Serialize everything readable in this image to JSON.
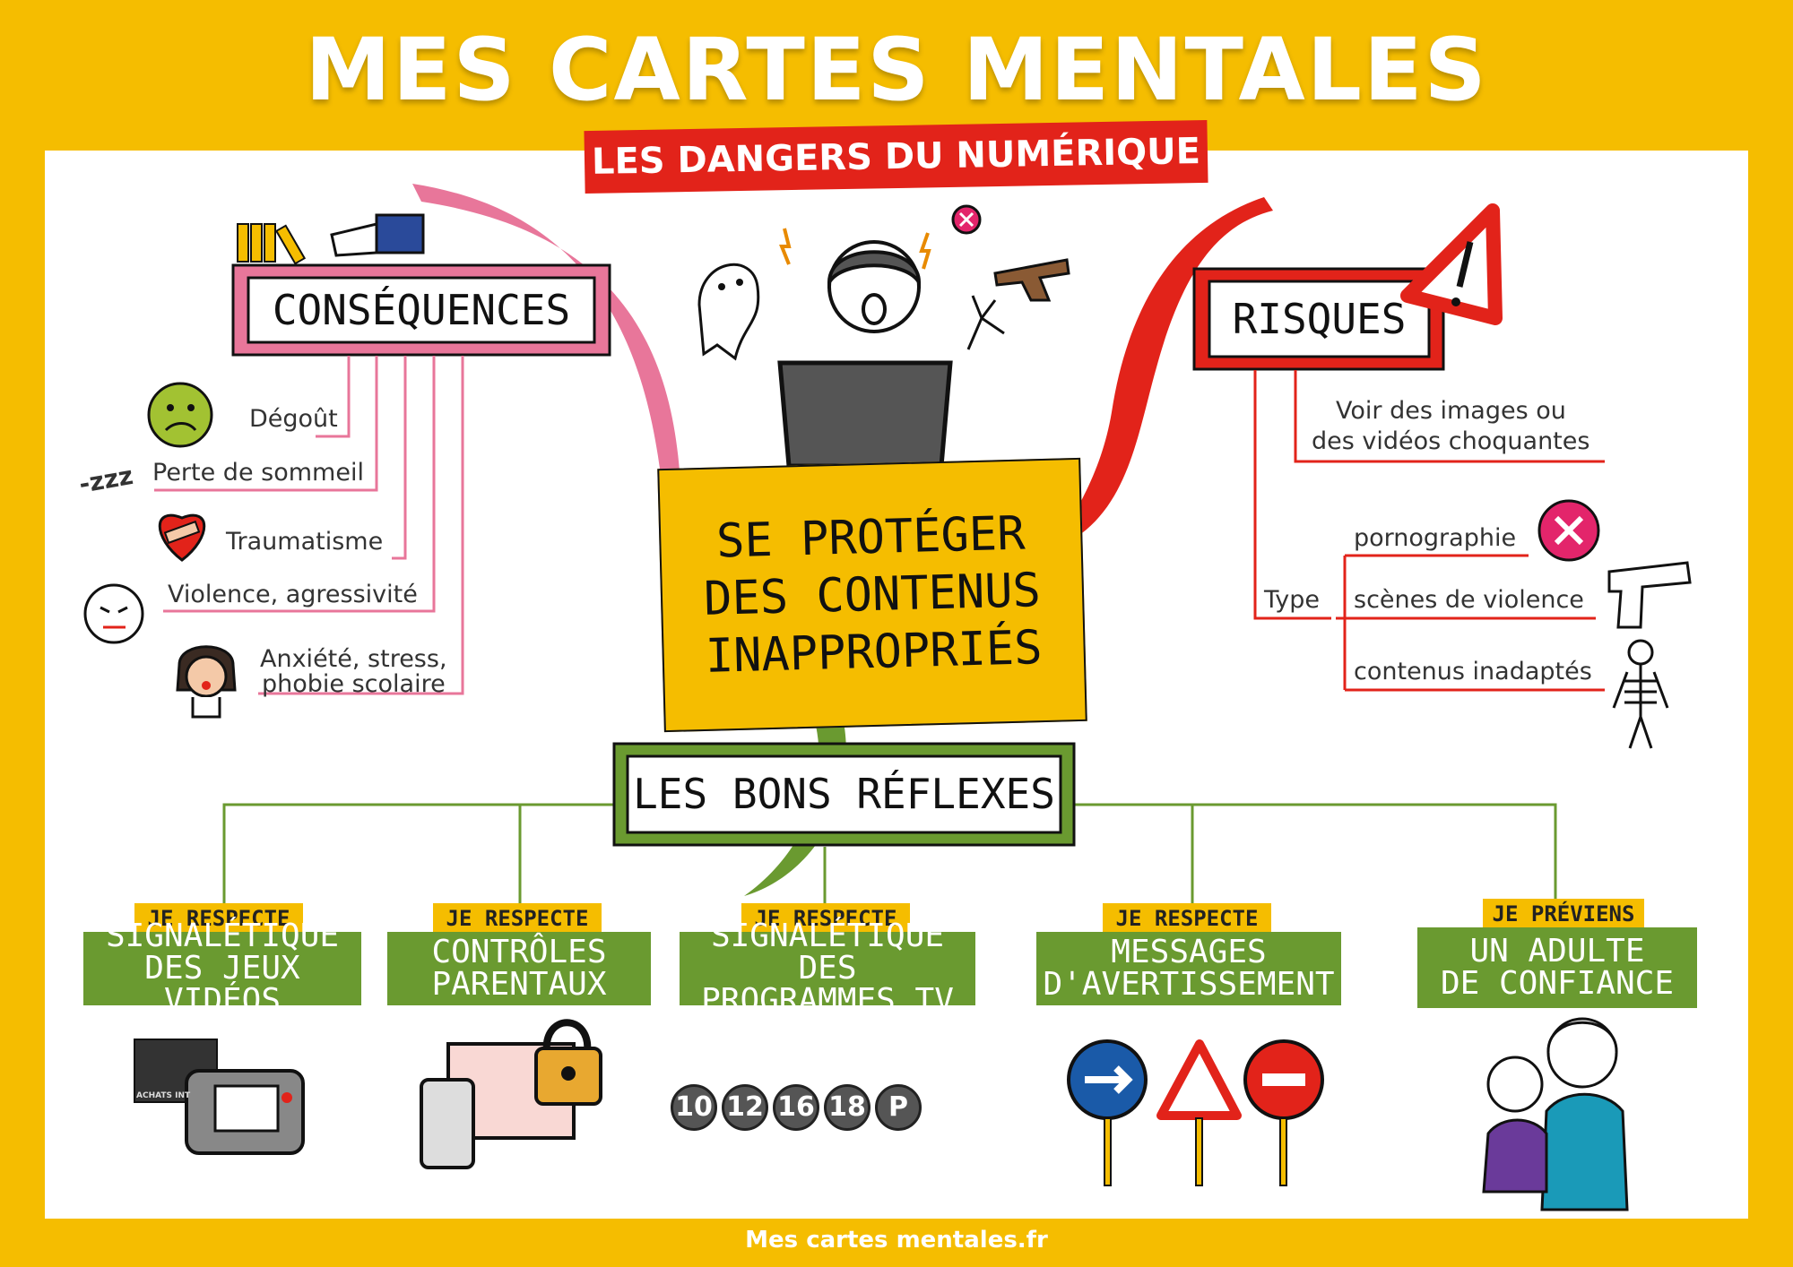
{
  "header": {
    "title": "MES CARTES MENTALES",
    "subtitle": "LES DANGERS DU NUMÉRIQUE"
  },
  "center": {
    "line1": "SE PROTÉGER",
    "line2": "DES CONTENUS",
    "line3": "INAPPROPRIÉS"
  },
  "consequences": {
    "title": "CONSÉQUENCES",
    "items": [
      "Dégoût",
      "Perte de sommeil",
      "Traumatisme",
      "Violence, agressivité",
      "Anxiété, stress,",
      "phobie scolaire"
    ],
    "sleep_glyph": "-zzz"
  },
  "risques": {
    "title": "RISQUES",
    "line1": "Voir des images ou",
    "line2": "des vidéos choquantes",
    "type_label": "Type",
    "types": [
      "pornographie",
      "scènes de violence",
      "contenus inadaptés"
    ]
  },
  "reflexes": {
    "title": "LES BONS RÉFLEXES",
    "items": [
      {
        "tag": "JE RESPECTE",
        "line1": "SIGNALÉTIQUE",
        "line2": "DES JEUX VIDÉOS"
      },
      {
        "tag": "JE RESPECTE",
        "line1": "CONTRÔLES",
        "line2": "PARENTAUX"
      },
      {
        "tag": "JE RESPECTE",
        "line1": "SIGNALÉTIQUE DES",
        "line2": "PROGRAMMES TV"
      },
      {
        "tag": "JE RESPECTE",
        "line1": "MESSAGES",
        "line2": "D'AVERTISSEMENT"
      },
      {
        "tag": "JE PRÉVIENS",
        "line1": "UN ADULTE",
        "line2": "DE CONFIANCE"
      }
    ],
    "ratings": [
      "10",
      "12",
      "16",
      "18",
      "P"
    ],
    "console_label": "ACHATS INT"
  },
  "footer": {
    "text": "Mes cartes mentales.fr"
  },
  "colors": {
    "yellow": "#f5bd00",
    "red": "#e2231a",
    "pink": "#e8769a",
    "green": "#6a9a30",
    "white": "#ffffff"
  },
  "icons": [
    "warning-icon",
    "forbidden-icon",
    "gun-icon",
    "skeleton-icon",
    "ghost-icon",
    "lock-icon",
    "game-console-icon",
    "road-signs-icon",
    "adult-child-icon",
    "computer-person-icon"
  ]
}
